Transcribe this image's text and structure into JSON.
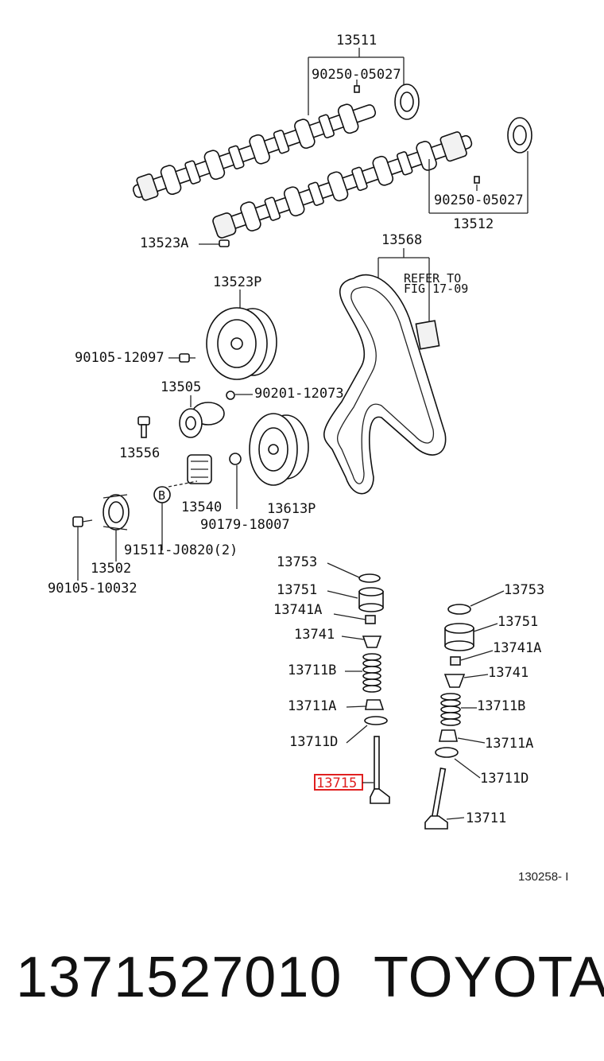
{
  "labels": {
    "p13511": "13511",
    "p90250_a": "90250-05027",
    "p90250_b": "90250-05027",
    "p13512": "13512",
    "p13523A": "13523A",
    "p13568": "13568",
    "refer": "REFER TO",
    "fig": "FIG 17-09",
    "p13523P": "13523P",
    "p90105_12097": "90105-12097",
    "p13505": "13505",
    "p90201": "90201-12073",
    "p13556": "13556",
    "p13540": "13540",
    "p13613P": "13613P",
    "p90179": "90179-18007",
    "p13502": "13502",
    "p91511": "91511-J0820(2)",
    "p90105_10032": "90105-10032",
    "b_circle": "B",
    "l13753": "13753",
    "l13751": "13751",
    "l13741A": "13741A",
    "l13741": "13741",
    "l13711B": "13711B",
    "l13711A": "13711A",
    "l13711D": "13711D",
    "l13715": "13715",
    "r13753": "13753",
    "r13751": "13751",
    "r13741A": "13741A",
    "r13741": "13741",
    "r13711B": "13711B",
    "r13711A": "13711A",
    "r13711D": "13711D",
    "r13711": "13711",
    "figure_no": "130258- I"
  },
  "highlight": {
    "part": "13715",
    "color": "#e02020"
  },
  "caption": {
    "part_number": "1371527010",
    "brand": "TOYOTA"
  }
}
